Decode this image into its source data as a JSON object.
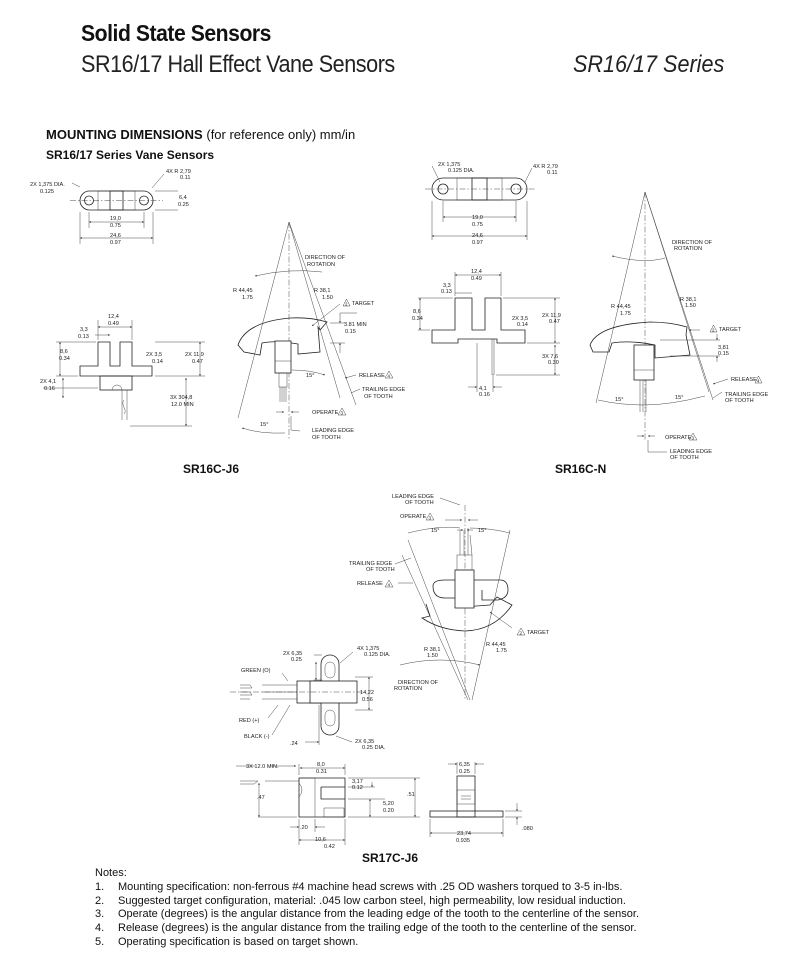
{
  "header": {
    "category": "Solid State Sensors",
    "product": "SR16/17 Hall Effect Vane Sensors",
    "series": "SR16/17 Series"
  },
  "section": {
    "title_bold": "MOUNTING DIMENSIONS",
    "title_rest": "(for reference only) mm/in",
    "subtitle": "SR16/17 Series Vane Sensors"
  },
  "drawings": {
    "sr16c_j6": {
      "caption": "SR16C-J6",
      "top": {
        "holes": [
          "2X 1,375 DIA.",
          "0.125"
        ],
        "radius": [
          "4X R 2,79",
          "0.11"
        ],
        "width": [
          "6,4",
          "0.25"
        ],
        "pitch": [
          "19,0",
          "0.75"
        ],
        "length": [
          "24,6",
          "0.97"
        ]
      },
      "front": {
        "gap": [
          "12,4",
          "0.49"
        ],
        "slot": [
          "3,3",
          "0.13"
        ],
        "height": [
          "8,6",
          "0.34"
        ],
        "flange": [
          "2X 3,5",
          "0.14"
        ],
        "total": [
          "2X 11,9",
          "0.47"
        ],
        "base": [
          "2X 4,1",
          "0.16"
        ],
        "leads": [
          "3X 304,8",
          "12.0 MIN"
        ]
      },
      "target": {
        "rotation": [
          "DIRECTION OF",
          "ROTATION"
        ],
        "r_outer": [
          "R 44,45",
          "1.75"
        ],
        "r_inner": [
          "R 38,1",
          "1.50"
        ],
        "target": "TARGET",
        "target_note": "2",
        "airgap": [
          "3.81 MIN",
          "0.15"
        ],
        "release": "RELEASE",
        "release_note": "4",
        "trailing": [
          "TRAILING EDGE",
          "OF TOOTH"
        ],
        "angle1": "15°",
        "angle2": "15°",
        "operate": "OPERATE",
        "operate_note": "3",
        "leading": [
          "LEADING EDGE",
          "OF TOOTH"
        ]
      }
    },
    "sr16c_n": {
      "caption": "SR16C-N",
      "top": {
        "holes": [
          "2X 1,375",
          "0.125 DIA."
        ],
        "radius": [
          "4X R 2,79",
          "0.11"
        ],
        "pitch": [
          "19,0",
          "0.75"
        ],
        "length": [
          "24,6",
          "0.97"
        ]
      },
      "front": {
        "gap": [
          "12,4",
          "0.49"
        ],
        "slot": [
          "3,3",
          "0.13"
        ],
        "height": [
          "8,6",
          "0.34"
        ],
        "flange": [
          "2X 3,5",
          "0.14"
        ],
        "total": [
          "2X 11,9",
          "0.47"
        ],
        "pins": [
          "3X 7,6",
          "0.30"
        ],
        "pitch": [
          "4,1",
          "0.16"
        ]
      },
      "target": {
        "rotation": [
          "DIRECTION OF",
          "ROTATION"
        ],
        "r_outer": [
          "R 44,45",
          "1.75"
        ],
        "r_inner": [
          "R 38,1",
          "1.50"
        ],
        "target": "TARGET",
        "target_note": "2",
        "airgap": [
          "3,81",
          "0.15"
        ],
        "release": "RELEASE",
        "release_note": "4",
        "trailing": [
          "TRAILING EDGE",
          "OF TOOTH"
        ],
        "angle1": "15°",
        "angle2": "15°",
        "operate": "OPERATE",
        "operate_note": "3",
        "leading": [
          "LEADING EDGE",
          "OF TOOTH"
        ]
      }
    },
    "sr17c_j6": {
      "caption": "SR17C-J6",
      "target": {
        "leading": [
          "LEADING EDGE",
          "OF TOOTH"
        ],
        "operate": "OPERATE",
        "operate_note": "3",
        "angle1": "15°",
        "angle2": "15°",
        "trailing": [
          "TRAILING EDGE",
          "OF TOOTH"
        ],
        "release": "RELEASE",
        "release_note": "4",
        "target": "TARGET",
        "target_note": "2",
        "r_inner": [
          "R 38,1",
          "1.50"
        ],
        "r_outer": [
          "R 44,45",
          "1.75"
        ],
        "rotation": [
          "DIRECTION OF",
          "ROTATION"
        ]
      },
      "top": {
        "slot": [
          "2X 6,35",
          "0.25"
        ],
        "holes": [
          "4X  1,375",
          "0.125 DIA."
        ],
        "green": "GREEN (O)",
        "red": "RED (+)",
        "black": "BLACK (-)",
        "height": [
          "14,22",
          "0.56"
        ],
        "offset": ".24",
        "dia": [
          "2X  6,35",
          "0.25 DIA."
        ]
      },
      "side": {
        "leads": "3X 12.0 MIN.",
        "width": [
          "8,0",
          "0.31"
        ],
        "gap": [
          "3,17",
          "0.12"
        ],
        "h47": ".47",
        "h51": ".51",
        "slot": [
          "5,20",
          "0.20"
        ],
        "w20": ".20",
        "base": [
          "10,6",
          "0.42"
        ]
      },
      "end": {
        "width": [
          "6,35",
          "0.25"
        ],
        "length": [
          "23,74",
          "0.935"
        ],
        "thick": ".080"
      }
    }
  },
  "notes": {
    "heading": "Notes:",
    "items": [
      {
        "num": "1.",
        "text": "Mounting specification: non-ferrous #4 machine head screws with .25 OD washers torqued to 3-5 in-lbs."
      },
      {
        "num": "2.",
        "text": "Suggested target configuration, material: .045 low carbon steel, high permeability, low residual induction."
      },
      {
        "num": "3.",
        "text": "Operate (degrees) is the angular distance from the leading edge of the tooth to the centerline of the sensor."
      },
      {
        "num": "4.",
        "text": "Release (degrees) is the angular distance from the trailing edge of the tooth to the centerline of the sensor."
      },
      {
        "num": "5.",
        "text": "Operating specification is based on target shown."
      }
    ]
  }
}
